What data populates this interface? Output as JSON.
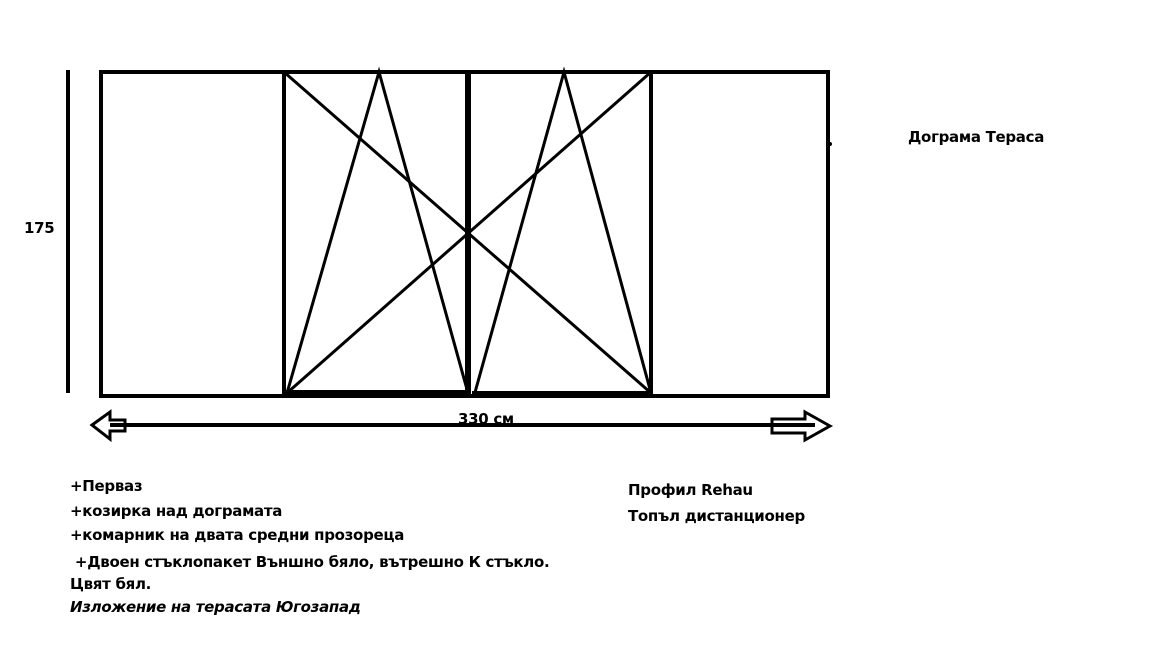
{
  "height_label": "175",
  "width_label": "330 см",
  "title": "Дограма Тераса",
  "notes": [
    "+Перваз",
    "+козирка над дограмата",
    "+комарник на двата средни прозореца",
    " +Двоен стъклопакет Външно бяло, вътрешно К стъкло.",
    "Цвят бял.",
    "Изложение на терасата Югозапад"
  ],
  "specs": [
    "Профил Rehau",
    "Топъл дистанционер"
  ]
}
